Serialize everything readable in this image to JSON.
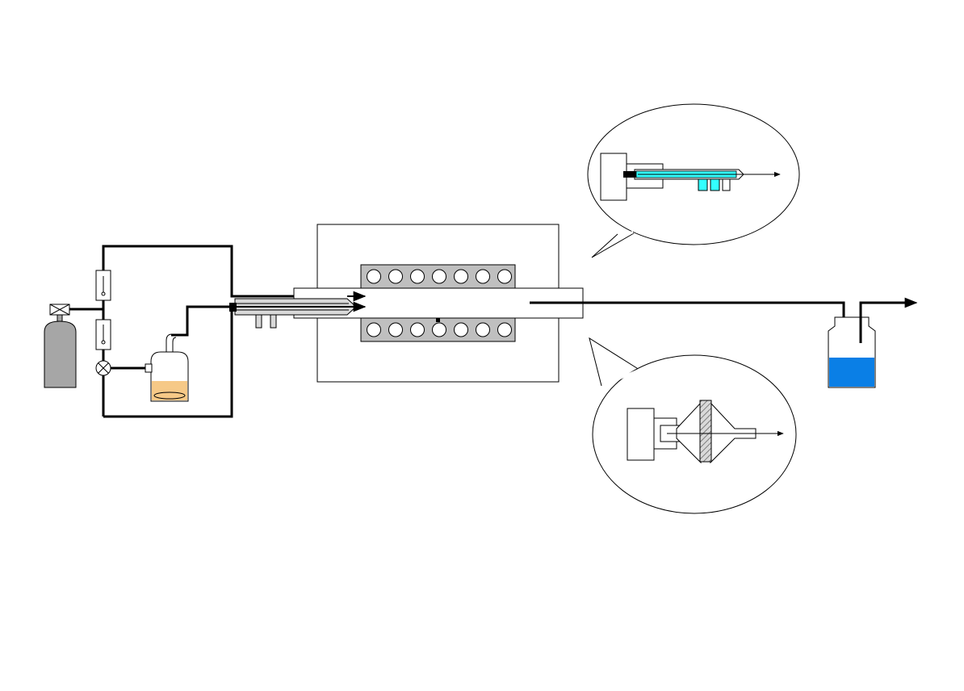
{
  "diagram": {
    "colors": {
      "background": "#ffffff",
      "line": "#000000",
      "cylinder": "#a6a6a6",
      "liquid_orange": "#f6c987",
      "heater_block": "#bfbfbf",
      "cooling_cyan": "#33ffff",
      "collection_liquid": "#0a7fe6"
    },
    "components": {
      "gas_cylinder": {
        "icon": "gas-cylinder-icon"
      },
      "cylinder_valve": {
        "icon": "valve-cross-box-icon"
      },
      "flowmeters": {
        "count": 2,
        "icon": "flowmeter-icon"
      },
      "needle_valve": {
        "icon": "valve-cross-circle-icon"
      },
      "precursor_vessel": {
        "icon": "liquid-vessel-icon"
      },
      "injector_nozzle": {
        "icon": "nozzle-icon"
      },
      "tube_furnace": {
        "heater_coil_turns_per_row": 7
      },
      "collection_bottle": {
        "icon": "bottle-icon"
      },
      "exit_arrow": {
        "icon": "arrow-right-icon"
      }
    },
    "callouts": [
      {
        "name": "nozzle-detail-callout",
        "icon": "cooled-nozzle-icon"
      },
      {
        "name": "filter-detail-callout",
        "icon": "filter-holder-icon"
      }
    ]
  }
}
